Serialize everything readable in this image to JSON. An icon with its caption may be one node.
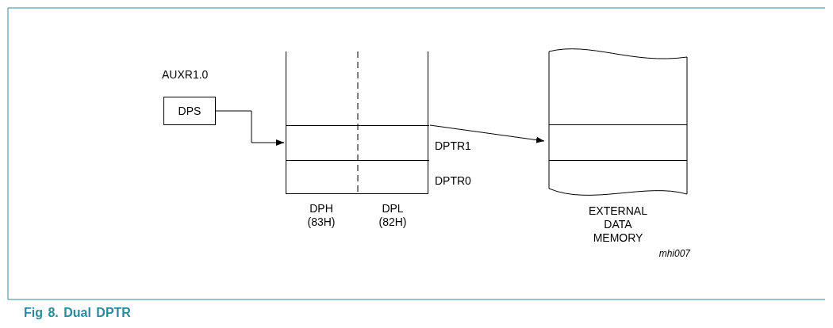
{
  "diagram": {
    "caption": "Fig 8. Dual DPTR",
    "nodes": [
      {
        "text": [],
        "shape": "box",
        "beside": [
          "DPH (83H)",
          "DPL (82H)"
        ]
      },
      {
        "text": [
          "DPS"
        ],
        "beside": [
          "AUXR1.0"
        ]
      },
      {
        "text": [],
        "shape": "box",
        "in": 0,
        "beside": [
          "DPTR1"
        ]
      },
      {
        "text": [],
        "shape": "box",
        "in": 0,
        "beside": [
          "DPTR0"
        ]
      },
      {
        "text": [],
        "shape": "box",
        "beside": [
          "EXTERNAL DATA MEMORY"
        ]
      },
      {
        "text": [],
        "shape": "box",
        "in": 4
      }
    ],
    "edges": [
      {
        "from": 1,
        "to": 2,
        "arrow": "to"
      },
      {
        "from": 2,
        "to": 5,
        "arrow": "to"
      }
    ],
    "labels": [
      "mhi007"
    ]
  }
}
